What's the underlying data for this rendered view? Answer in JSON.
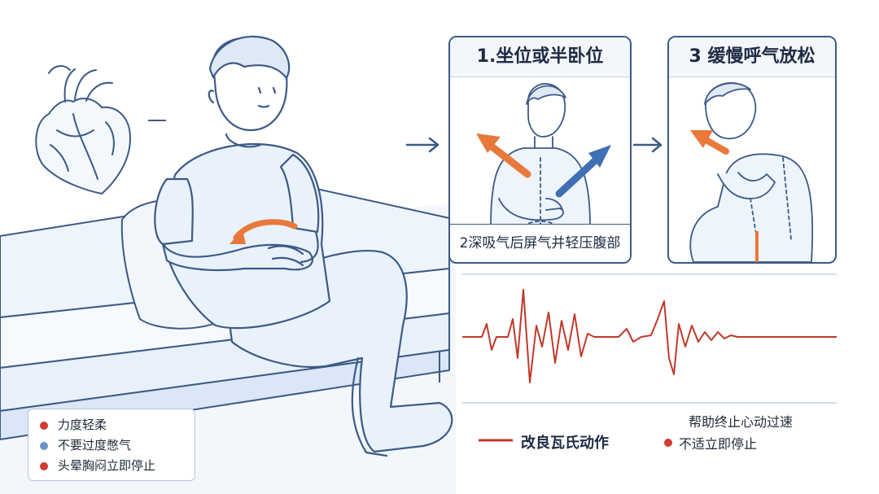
{
  "panels": {
    "step1_title": "1.坐位或半卧位",
    "step2_caption": "2深吸气后屏气并轻压腹部",
    "step3_title": "3 缓慢呼气放松"
  },
  "tips": [
    {
      "text": "力度轻柔",
      "color": "#d23a34"
    },
    {
      "text": "不要过度憋气",
      "color": "#6b93c9"
    },
    {
      "text": "头晕胸闷立即停止",
      "color": "#d23a34"
    }
  ],
  "legend": {
    "line_label": "改良瓦氏动作",
    "line_color": "#c0392b",
    "benefit": "帮助终止心动过速",
    "warning": "不适立即停止",
    "warning_dot_color": "#d23a34"
  },
  "colors": {
    "outline": "#3c5a86",
    "arrow_orange": "#e8793a",
    "arrow_blue": "#3f6fb5",
    "figure_fill": "#e9f1fb"
  }
}
